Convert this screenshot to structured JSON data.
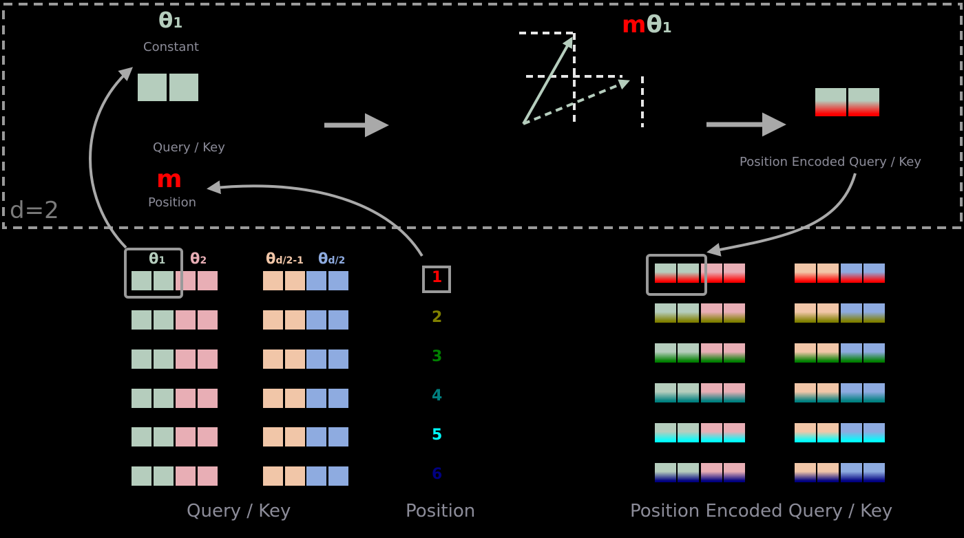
{
  "colors": {
    "background": "#000000",
    "border": "#9a9a9a",
    "theta1_green": "#b5cdbd",
    "theta2_pink": "#e8aeb5",
    "theta_d2m1_peach": "#f1c6a8",
    "theta_d2_blue": "#8eabe0",
    "text_gray": "#8c8c99",
    "highlight_red": "#ff0000",
    "arrow_gray": "#a9a9a9"
  },
  "top_panel": {
    "theta_label": "θ",
    "theta_sub": "1",
    "constant_label": "Constant",
    "query_key_label": "Query / Key",
    "m_label": "m",
    "position_label": "Position",
    "mtheta_m": "m",
    "mtheta_theta": "θ",
    "mtheta_sub": "1",
    "encoded_label": "Position Encoded Query / Key",
    "dim_label": "d=2"
  },
  "column_headers": {
    "theta": "θ",
    "t1_sub": "1",
    "t2_sub": "2",
    "t3_sub": "d/2-1",
    "t4_sub": "d/2"
  },
  "positions": [
    {
      "label": "1",
      "color": "#ff0000"
    },
    {
      "label": "2",
      "color": "#808000"
    },
    {
      "label": "3",
      "color": "#008000"
    },
    {
      "label": "4",
      "color": "#008080"
    },
    {
      "label": "5",
      "color": "#00ffff"
    },
    {
      "label": "6",
      "color": "#000080"
    }
  ],
  "bottom_labels": {
    "query_key": "Query / Key",
    "position": "Position",
    "encoded": "Position Encoded Query / Key"
  }
}
